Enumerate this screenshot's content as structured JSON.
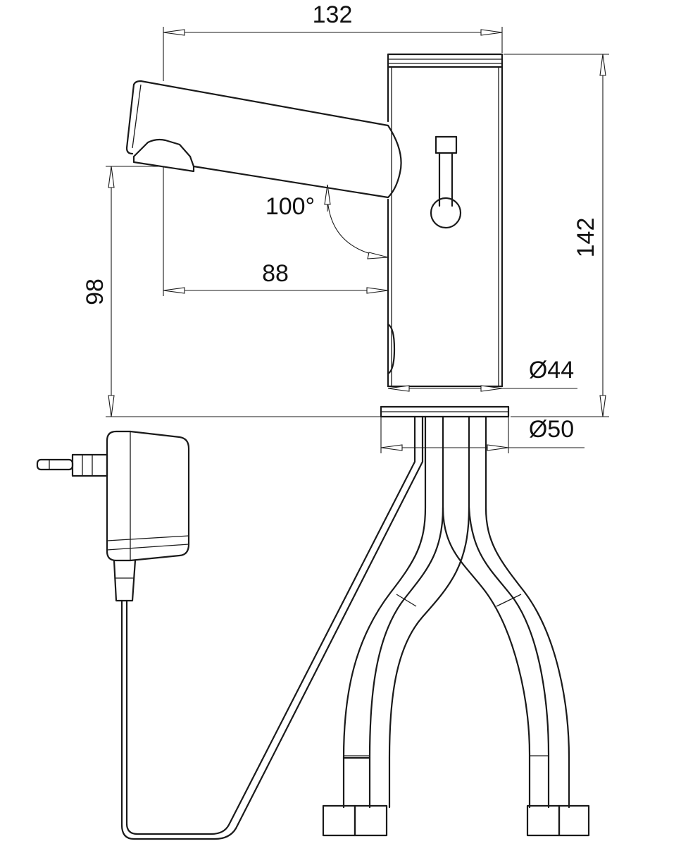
{
  "dimensions": {
    "overall_width": "132",
    "spout_reach": "88",
    "spout_height": "98",
    "total_height": "142",
    "body_diameter": "Ø44",
    "base_diameter": "Ø50",
    "angle": "100°"
  }
}
